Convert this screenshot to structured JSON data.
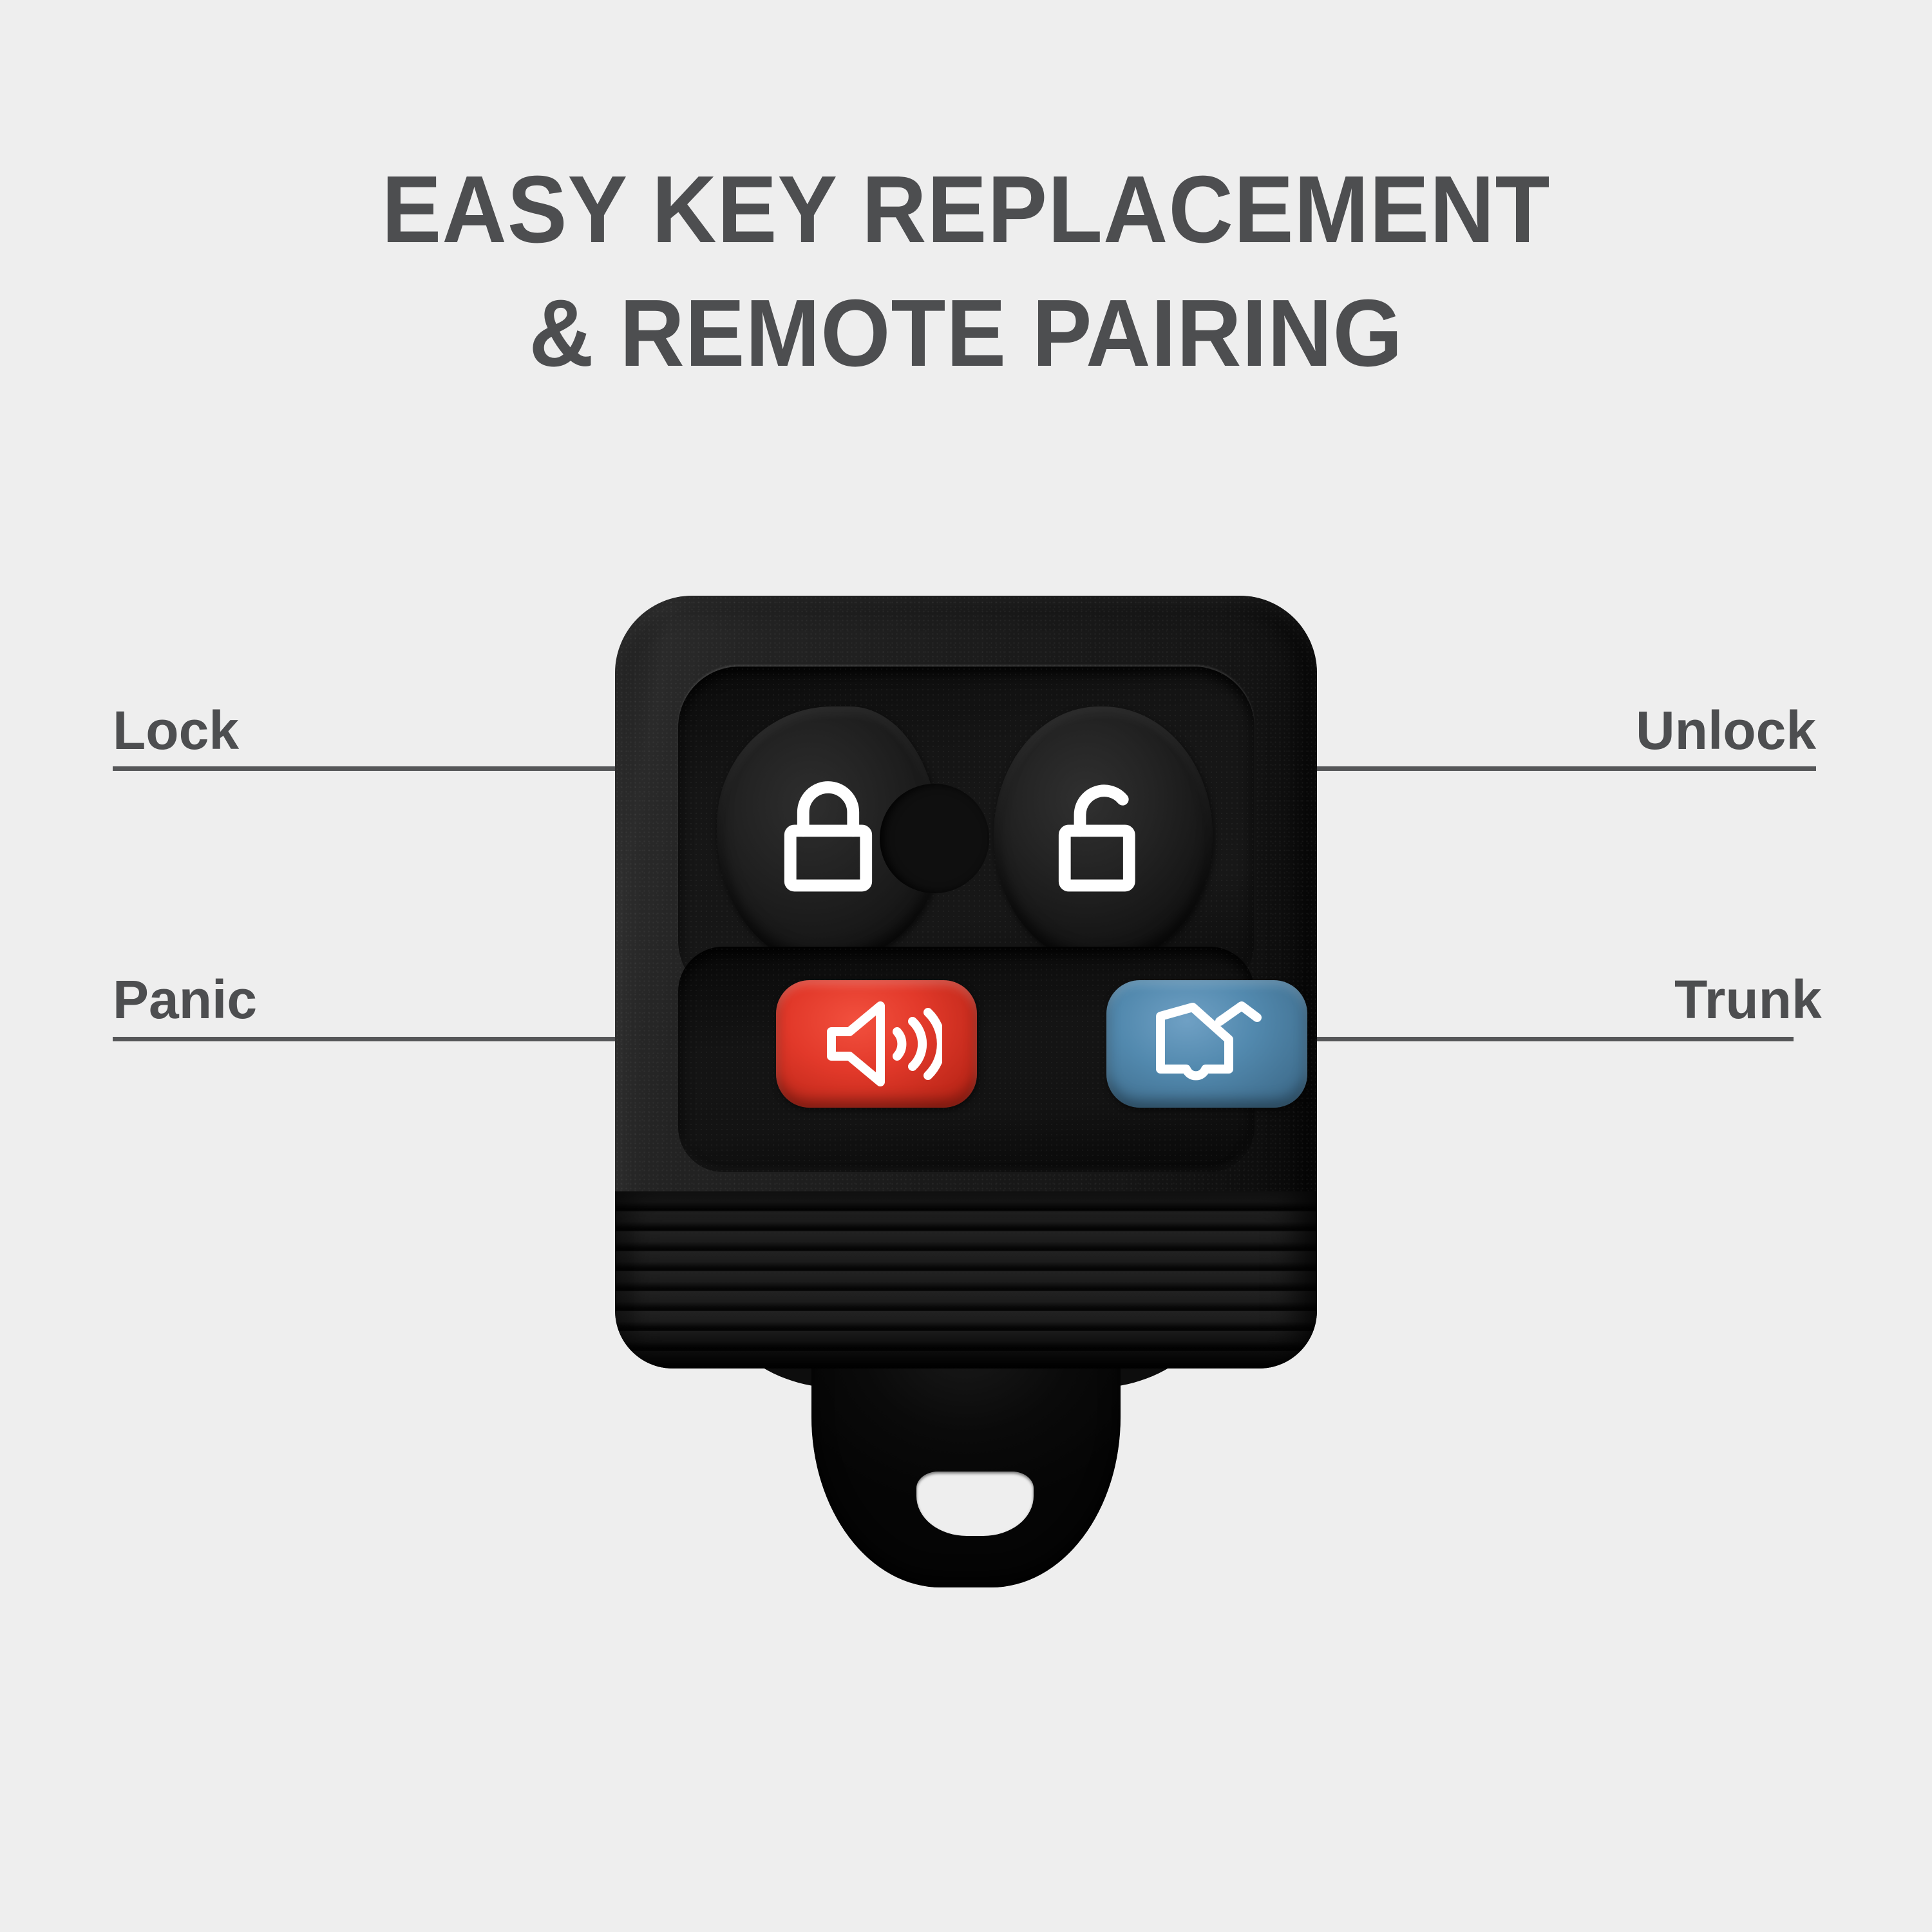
{
  "background_color": "#eeeeee",
  "heading": {
    "line1": "EASY KEY REPLACEMENT",
    "line2": "& REMOTE PAIRING",
    "color": "#4d4e50"
  },
  "product": {
    "name": "4-button car key remote fob",
    "body_color": "#151515",
    "has_keyring_tab": true
  },
  "callouts": [
    {
      "id": "lock",
      "label": "Lock",
      "side": "left",
      "icon": "padlock-closed-icon",
      "button_color": "#232323"
    },
    {
      "id": "unlock",
      "label": "Unlock",
      "side": "right",
      "icon": "padlock-open-icon",
      "button_color": "#242424"
    },
    {
      "id": "panic",
      "label": "Panic",
      "side": "left",
      "icon": "horn-speaker-icon",
      "button_color": "#e2392a"
    },
    {
      "id": "trunk",
      "label": "Trunk",
      "side": "right",
      "icon": "trunk-open-icon",
      "button_color": "#5289ae"
    }
  ],
  "leader_line_color": "#555658"
}
